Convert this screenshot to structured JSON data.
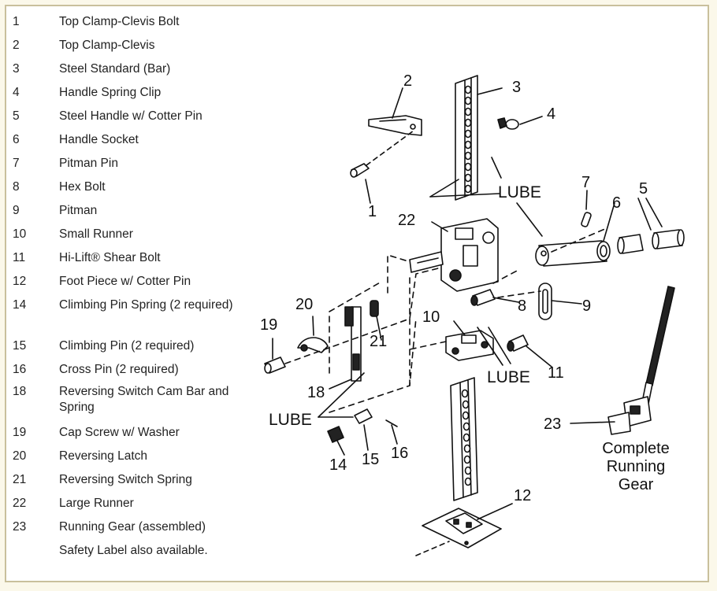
{
  "parts_list": [
    {
      "num": "1",
      "name": "Top Clamp-Clevis Bolt"
    },
    {
      "num": "2",
      "name": "Top Clamp-Clevis"
    },
    {
      "num": "3",
      "name": "Steel Standard (Bar)"
    },
    {
      "num": "4",
      "name": "Handle Spring Clip"
    },
    {
      "num": "5",
      "name": "Steel Handle w/ Cotter Pin"
    },
    {
      "num": "6",
      "name": "Handle Socket"
    },
    {
      "num": "7",
      "name": "Pitman Pin"
    },
    {
      "num": "8",
      "name": "Hex Bolt"
    },
    {
      "num": "9",
      "name": "Pitman"
    },
    {
      "num": "10",
      "name": "Small Runner"
    },
    {
      "num": "11",
      "name": "Hi-Lift® Shear Bolt"
    },
    {
      "num": "12",
      "name": "Foot Piece w/ Cotter Pin"
    },
    {
      "num": "14",
      "name": "Climbing Pin Spring (2 required)"
    },
    {
      "num": "15",
      "name": "Climbing Pin (2 required)"
    },
    {
      "num": "16",
      "name": "Cross Pin (2 required)"
    },
    {
      "num": "18",
      "name": "Reversing Switch Cam Bar and Spring"
    },
    {
      "num": "19",
      "name": "Cap Screw w/ Washer"
    },
    {
      "num": "20",
      "name": "Reversing Latch"
    },
    {
      "num": "21",
      "name": "Reversing Switch Spring"
    },
    {
      "num": "22",
      "name": "Large Runner"
    },
    {
      "num": "23",
      "name": "Running Gear (assembled)"
    },
    {
      "num": "",
      "name": "Safety Label also available."
    }
  ],
  "callouts": {
    "c1": "1",
    "c2": "2",
    "c3": "3",
    "c4": "4",
    "c5": "5",
    "c6": "6",
    "c7": "7",
    "c8": "8",
    "c9": "9",
    "c10": "10",
    "c11": "11",
    "c12": "12",
    "c14": "14",
    "c15": "15",
    "c16": "16",
    "c18": "18",
    "c19": "19",
    "c20": "20",
    "c21": "21",
    "c22": "22",
    "c23": "23"
  },
  "lube_label": "LUBE",
  "running_gear_caption": [
    "Complete",
    "Running",
    "Gear"
  ]
}
